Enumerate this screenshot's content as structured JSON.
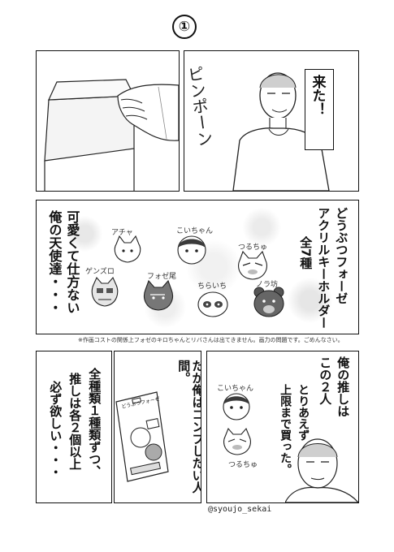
{
  "page_number": "①",
  "panel1": {
    "sfx": "ピンポーン"
  },
  "panel2": {
    "speech": "来た！"
  },
  "panel3": {
    "title_lines": [
      "どうぶつフォーゼ",
      "アクリルキーホルダー",
      "全7種"
    ],
    "monologue": [
      "可愛くて仕方ない",
      "俺の天使達・・・"
    ],
    "labels": {
      "acha": "アチャ",
      "koichan": "こいちゃん",
      "tsuruchu": "つるちゅ",
      "genzuro": "ゲンズロ",
      "fozeo": "フォゼ尾",
      "chiraichi": "ちらいち",
      "norabou": "ノラ坊"
    }
  },
  "footnote": "※作画コストの関係上フォゼのキロちゃんとリバさんは出てきません。画力の問題です。ごめんなさい。",
  "panel4": {
    "lines": [
      "全種類１種類ずつ、",
      "推しは各２個以上",
      "必ず欲しい・・・"
    ]
  },
  "panel5": {
    "line": "だが俺はコンプしたい人間。",
    "package_label": "どうぶつフォーゼ"
  },
  "panel6": {
    "thought1": [
      "俺の推しは",
      "この２人"
    ],
    "thought2": [
      "とりあえず",
      "上限まで買った。"
    ],
    "labels": {
      "koichan": "こいちゃん",
      "tsuruchu": "つるちゅ"
    }
  },
  "credit": "@syoujo_sekai"
}
